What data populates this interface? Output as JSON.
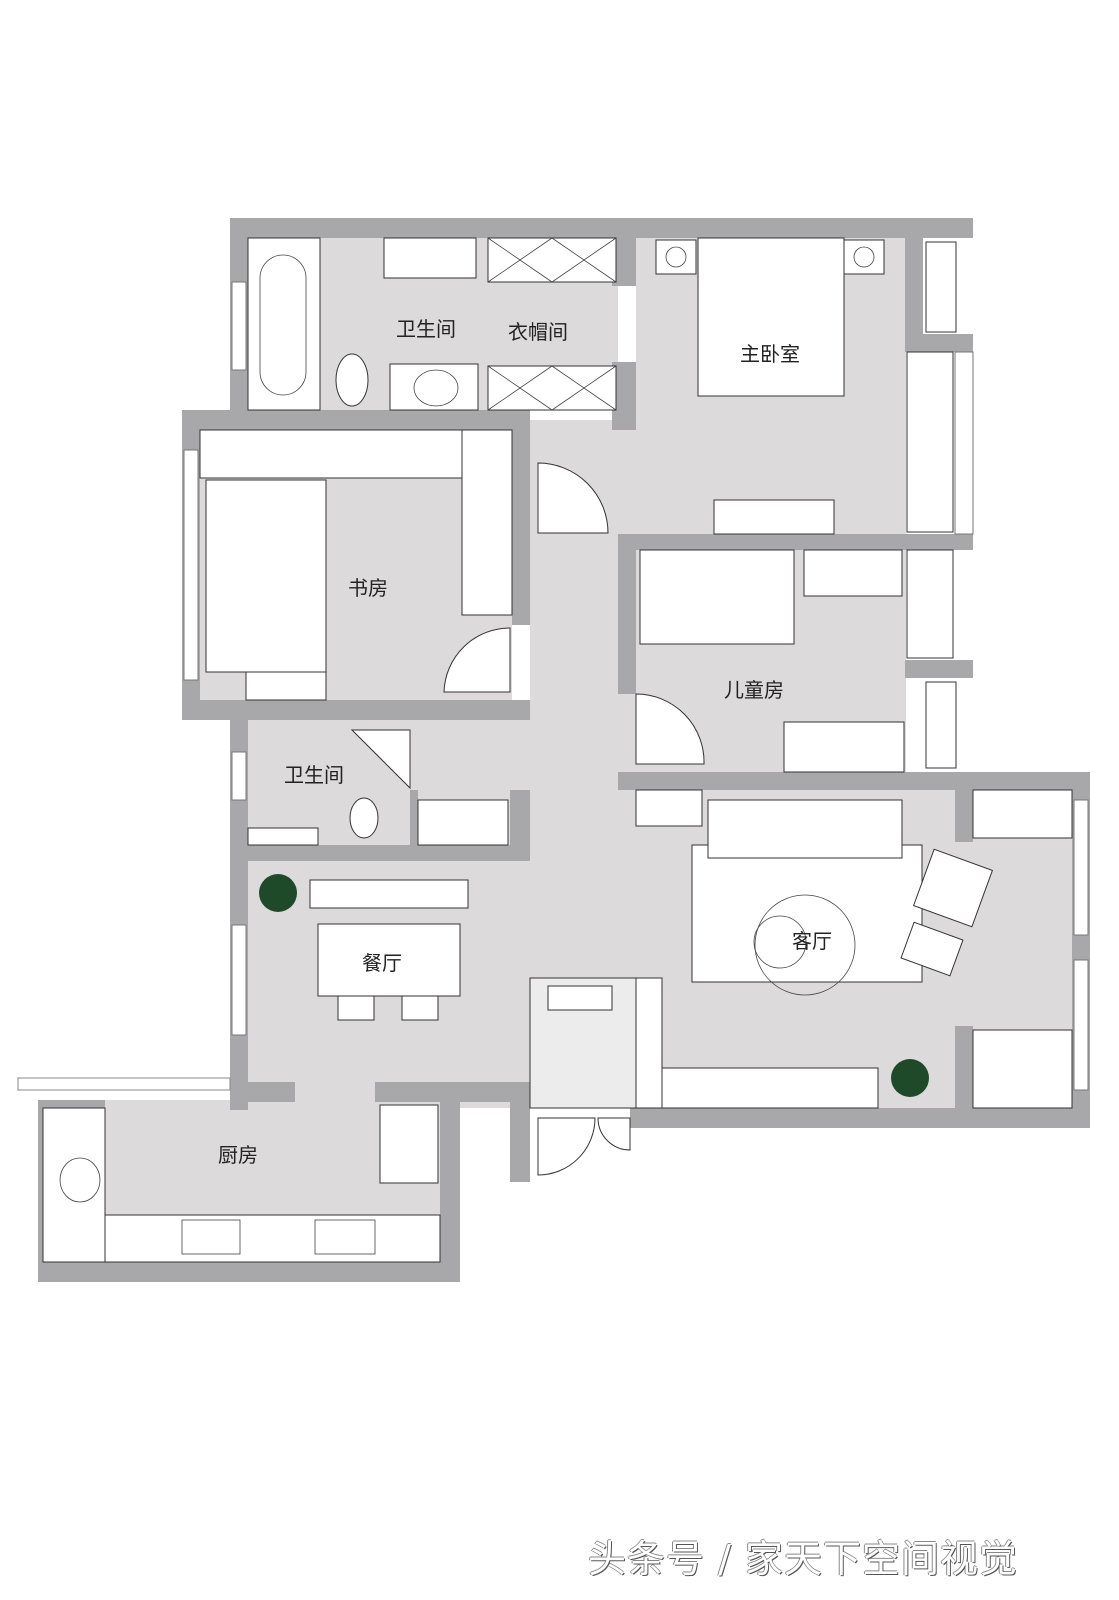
{
  "rooms": {
    "master_bath": "卫生间",
    "walk_in_closet": "衣帽间",
    "master_bedroom": "主卧室",
    "study": "书房",
    "kids_room": "儿童房",
    "guest_bath": "卫生间",
    "living_room": "客厅",
    "dining_room": "餐厅",
    "kitchen": "厨房"
  },
  "watermark": "头条号 / 家天下空间视觉",
  "colors": {
    "wall": "#a8a7a9",
    "floor": "#dcdadb",
    "furniture": "#ffffff",
    "plant": "#1e4a2a"
  }
}
